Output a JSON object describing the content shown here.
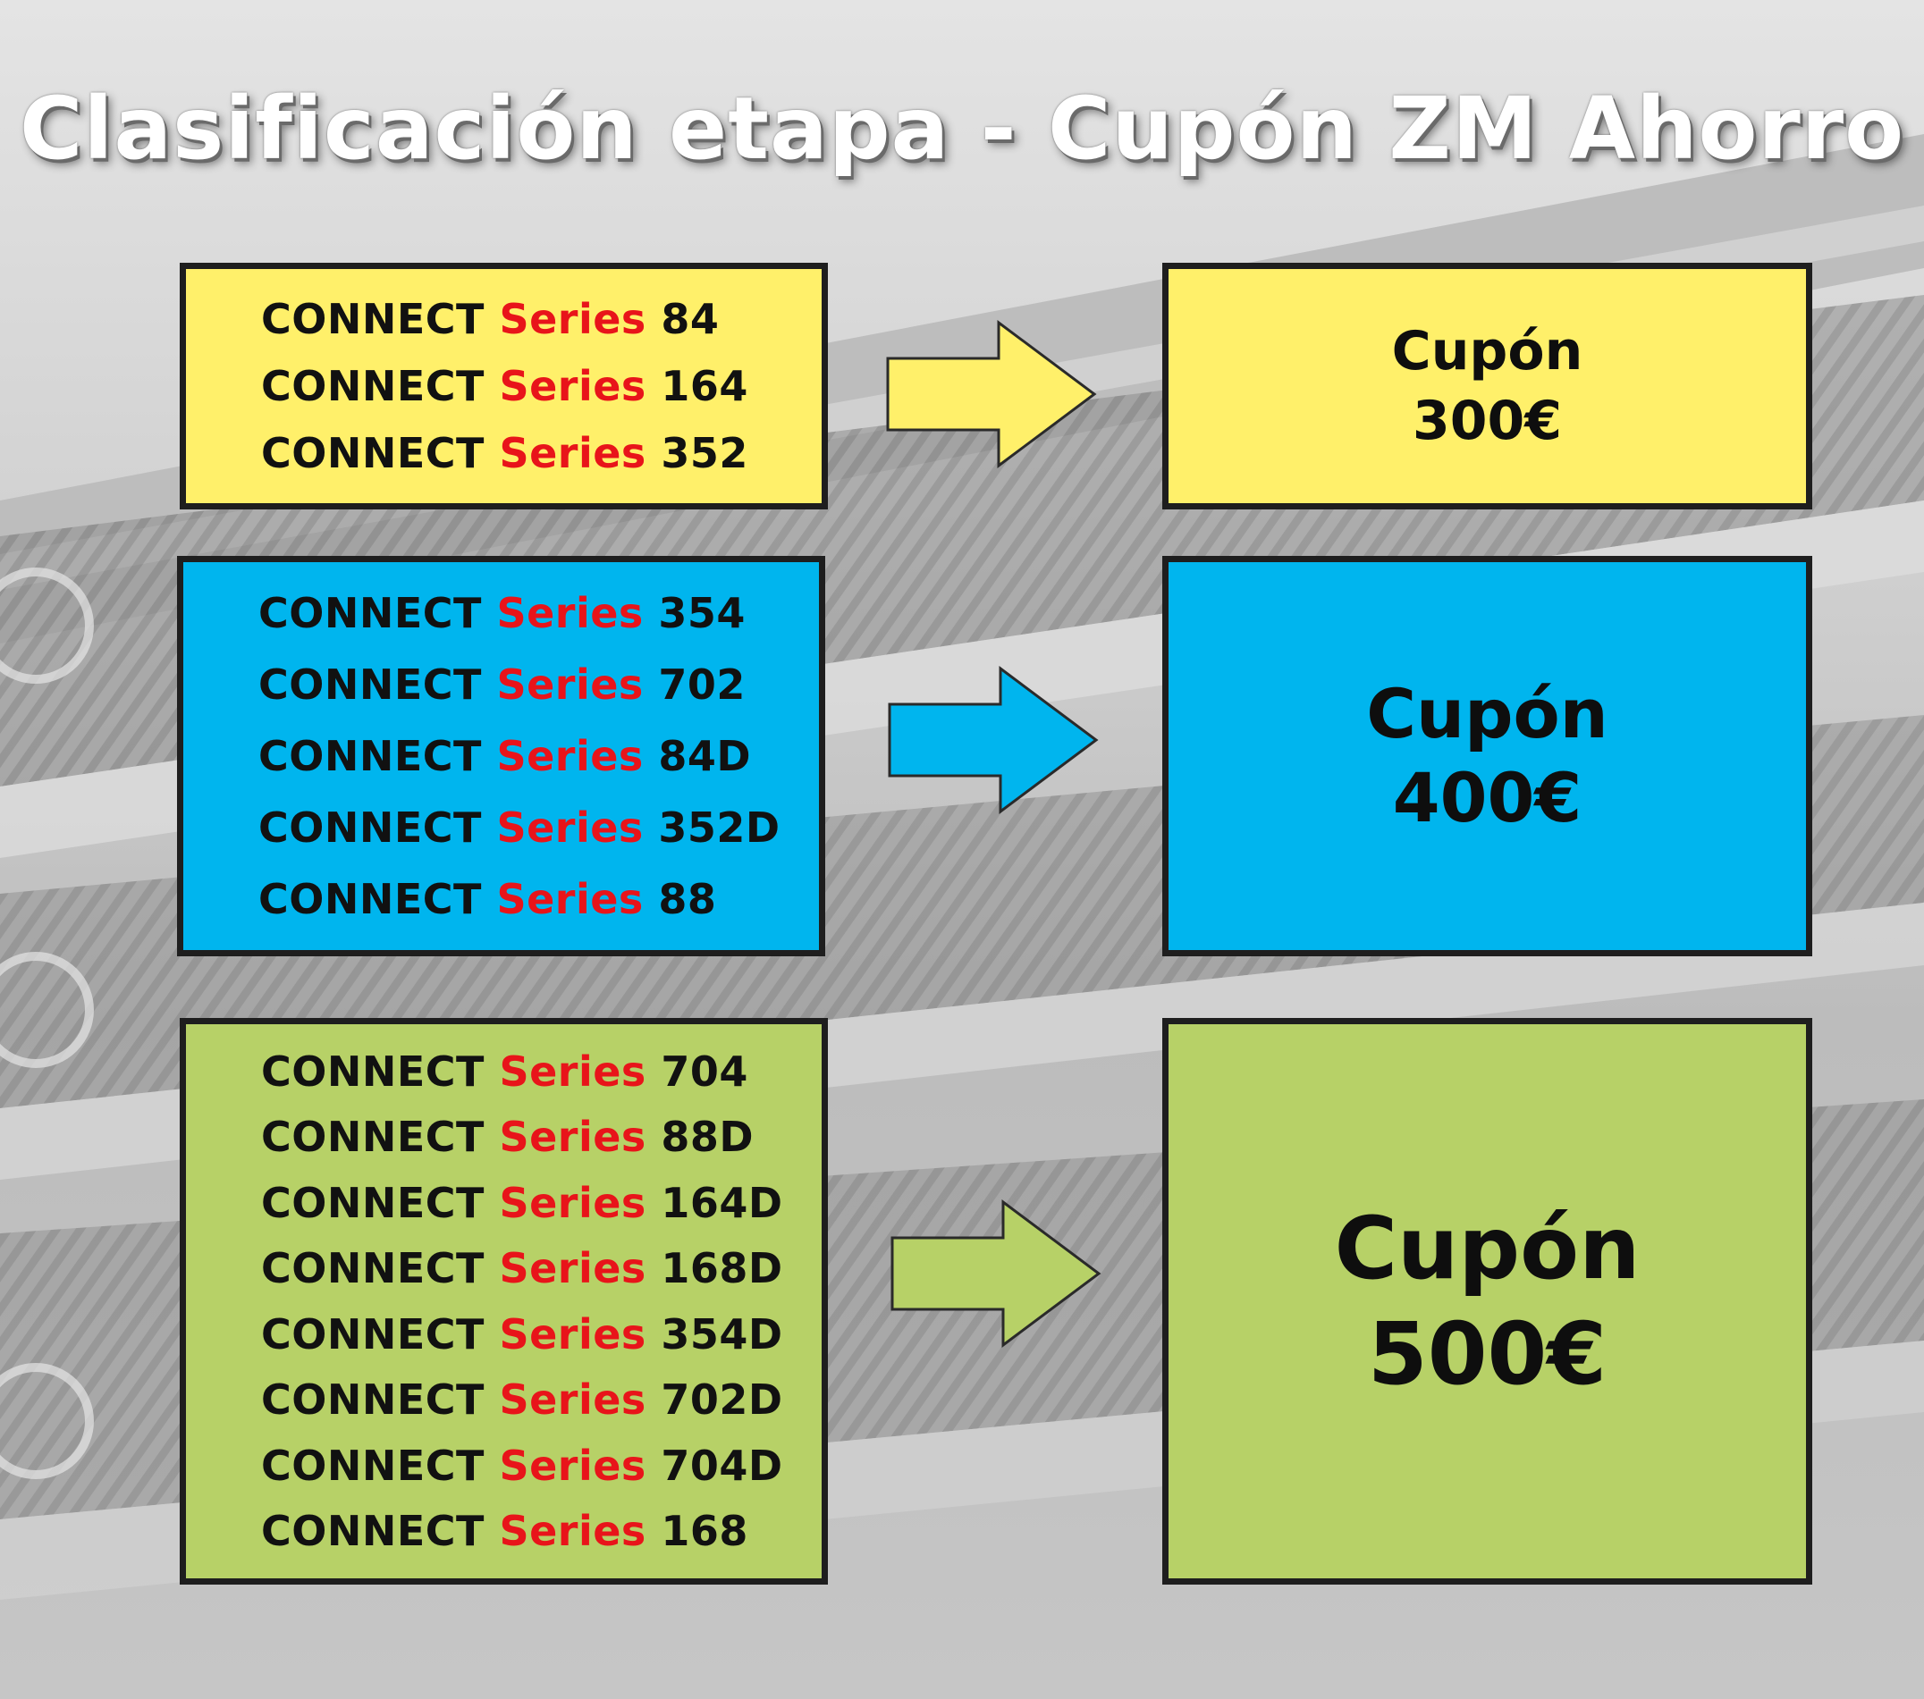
{
  "title": "Clasificación etapa - Cupón ZM Ahorro",
  "colors": {
    "yellow": "#fff06a",
    "blue": "#00b5ee",
    "green": "#b7d167",
    "series_red": "#e8141a",
    "border": "#1e1e1e"
  },
  "tiers": [
    {
      "color": "yellow",
      "models": [
        {
          "brand": "CONNECT",
          "series": "Series",
          "model": "84"
        },
        {
          "brand": "CONNECT",
          "series": "Series",
          "model": "164"
        },
        {
          "brand": "CONNECT",
          "series": "Series",
          "model": "352"
        }
      ],
      "coupon": {
        "label": "Cupón",
        "amount": "300€"
      }
    },
    {
      "color": "blue",
      "models": [
        {
          "brand": "CONNECT",
          "series": "Series",
          "model": "354"
        },
        {
          "brand": "CONNECT",
          "series": "Series",
          "model": "702"
        },
        {
          "brand": "CONNECT",
          "series": "Series",
          "model": "84D"
        },
        {
          "brand": "CONNECT",
          "series": "Series",
          "model": "352D"
        },
        {
          "brand": "CONNECT",
          "series": "Series",
          "model": "88"
        }
      ],
      "coupon": {
        "label": "Cupón",
        "amount": "400€"
      }
    },
    {
      "color": "green",
      "models": [
        {
          "brand": "CONNECT",
          "series": "Series",
          "model": "704"
        },
        {
          "brand": "CONNECT",
          "series": "Series",
          "model": "88D"
        },
        {
          "brand": "CONNECT",
          "series": "Series",
          "model": "164D"
        },
        {
          "brand": "CONNECT",
          "series": "Series",
          "model": "168D"
        },
        {
          "brand": "CONNECT",
          "series": "Series",
          "model": "354D"
        },
        {
          "brand": "CONNECT",
          "series": "Series",
          "model": "702D"
        },
        {
          "brand": "CONNECT",
          "series": "Series",
          "model": "704D"
        },
        {
          "brand": "CONNECT",
          "series": "Series",
          "model": "168"
        }
      ],
      "coupon": {
        "label": "Cupón",
        "amount": "500€"
      }
    }
  ]
}
